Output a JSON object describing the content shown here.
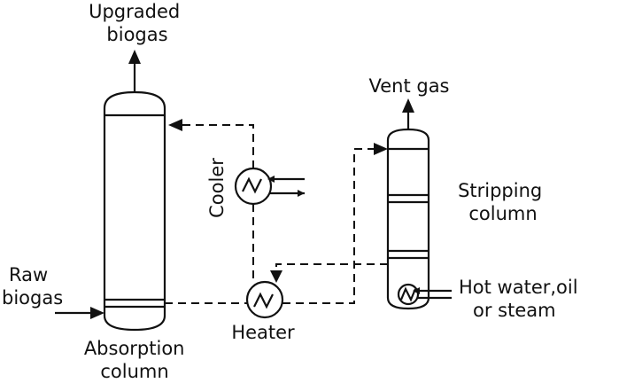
{
  "labels": {
    "upgraded_biogas": [
      "Upgraded",
      "biogas"
    ],
    "vent_gas": "Vent gas",
    "cooler": "Cooler",
    "stripping_column": [
      "Stripping",
      "column"
    ],
    "raw_biogas": [
      "Raw",
      "biogas"
    ],
    "hot_water": [
      "Hot water,oil",
      "or steam"
    ],
    "heater": "Heater",
    "absorption_column": [
      "Absorption",
      "column"
    ]
  }
}
